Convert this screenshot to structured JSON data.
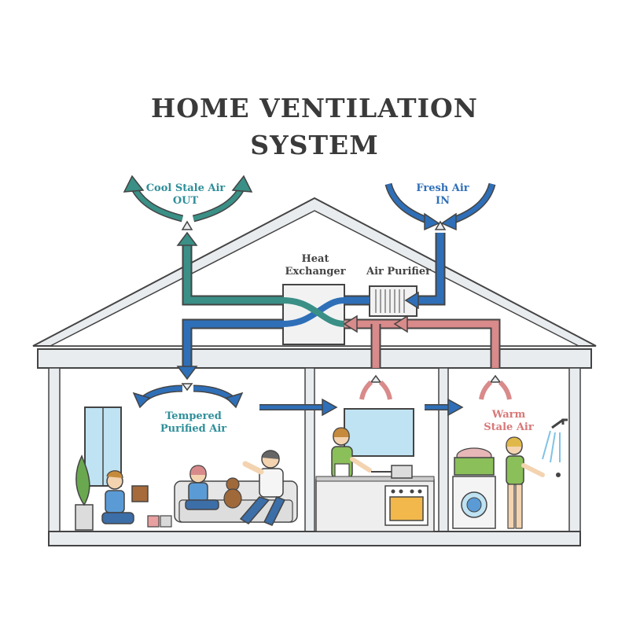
{
  "title": {
    "line1": "HOME VENTILATION",
    "line2": "SYSTEM"
  },
  "labels": {
    "cool_stale_air": "Cool Stale Air",
    "out": "OUT",
    "fresh_air": "Fresh Air",
    "in": "IN",
    "heat": "Heat",
    "exchanger": "Exchanger",
    "air_purifier": "Air Purifier",
    "tempered": "Tempered",
    "purified_air": "Purified Air",
    "warm": "Warm",
    "stale_air": "Stale Air"
  },
  "colors": {
    "fresh_blue": "#2f6fb8",
    "stale_green": "#3a8f86",
    "warm_pink": "#d98a8a",
    "outline": "#444444",
    "house_fill": "#e9ecef",
    "text_teal": "#2f8f9a",
    "text_pink": "#d87878"
  }
}
